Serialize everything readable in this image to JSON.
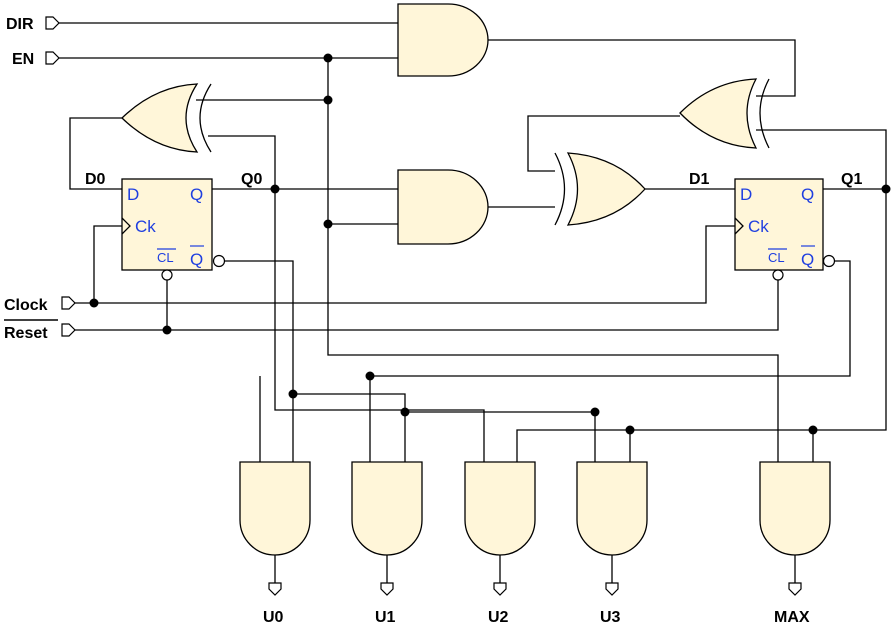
{
  "inputs": {
    "dir": "DIR",
    "en": "EN",
    "clock": "Clock",
    "reset": "Reset"
  },
  "nets": {
    "d0": "D0",
    "q0": "Q0",
    "d1": "D1",
    "q1": "Q1"
  },
  "flipflop": {
    "d": "D",
    "q": "Q",
    "ck": "Ck",
    "cl": "CL",
    "qbar": "Q"
  },
  "outputs": {
    "u0": "U0",
    "u1": "U1",
    "u2": "U2",
    "u3": "U3",
    "max": "MAX"
  },
  "colors": {
    "gate_fill": "#fff6d9",
    "pin_label": "#1f3fe0",
    "wire": "#000000"
  }
}
